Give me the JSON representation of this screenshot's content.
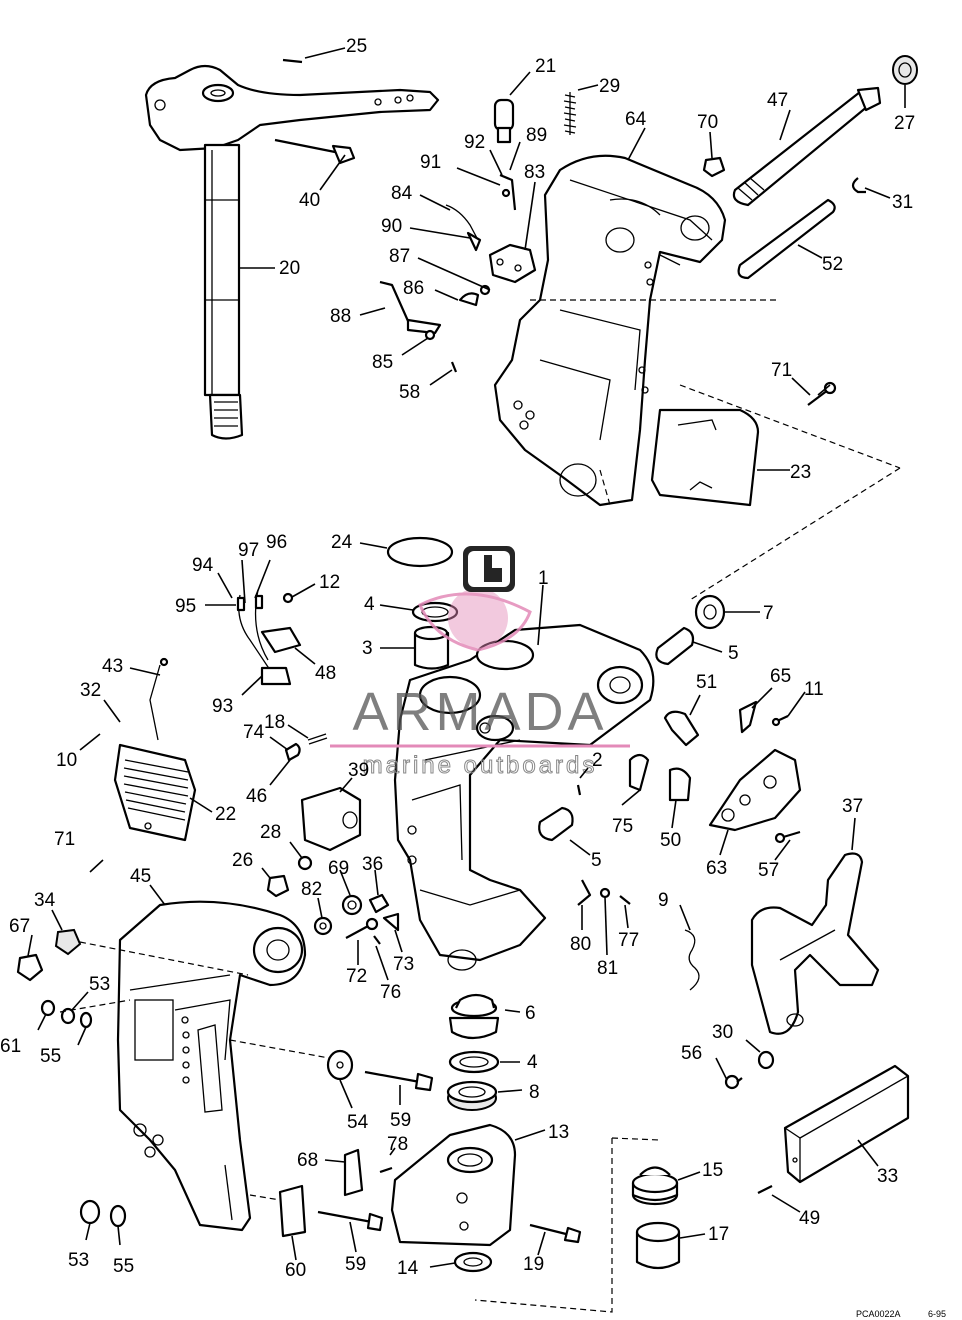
{
  "watermark": {
    "brand": "ARMADA",
    "tagline": "marine outboards"
  },
  "footer": {
    "code": "PCA0022A",
    "date": "6-95"
  },
  "callouts": {
    "c1": "1",
    "c2": "2",
    "c3": "3",
    "c4a": "4",
    "c4b": "4",
    "c5a": "5",
    "c5b": "5",
    "c6a": "6",
    "c6b": "6",
    "c7": "7",
    "c8": "8",
    "c9": "9",
    "c10": "10",
    "c11": "11",
    "c12": "12",
    "c13": "13",
    "c14": "14",
    "c15": "15",
    "c17": "17",
    "c18": "18",
    "c19": "19",
    "c20": "20",
    "c21": "21",
    "c22": "22",
    "c23": "23",
    "c24": "24",
    "c25": "25",
    "c26": "26",
    "c27": "27",
    "c28": "28",
    "c29": "29",
    "c30": "30",
    "c31": "31",
    "c32": "32",
    "c33": "33",
    "c34": "34",
    "c36": "36",
    "c37": "37",
    "c39": "39",
    "c40": "40",
    "c43": "43",
    "c45": "45",
    "c46": "46",
    "c47": "47",
    "c48": "48",
    "c49": "49",
    "c50": "50",
    "c51": "51",
    "c52": "52",
    "c53a": "53",
    "c53b": "53",
    "c54": "54",
    "c55a": "55",
    "c55b": "55",
    "c56": "56",
    "c57": "57",
    "c58": "58",
    "c59a": "59",
    "c59b": "59",
    "c60": "60",
    "c61": "61",
    "c63": "63",
    "c64": "64",
    "c65": "65",
    "c67": "67",
    "c68": "68",
    "c69": "69",
    "c70": "70",
    "c71a": "71",
    "c71b": "71",
    "c72": "72",
    "c73": "73",
    "c74": "74",
    "c75": "75",
    "c76": "76",
    "c77": "77",
    "c78": "78",
    "c80": "80",
    "c81": "81",
    "c82": "82",
    "c83": "83",
    "c84": "84",
    "c85": "85",
    "c86": "86",
    "c87": "87",
    "c88": "88",
    "c89": "89",
    "c90": "90",
    "c91": "91",
    "c92": "92",
    "c93": "93",
    "c94": "94",
    "c95": "95",
    "c96": "96",
    "c97": "97"
  },
  "colors": {
    "line": "#000000",
    "background": "#ffffff",
    "logo_accent": "#e38ab8",
    "watermark_text": "#555555"
  }
}
